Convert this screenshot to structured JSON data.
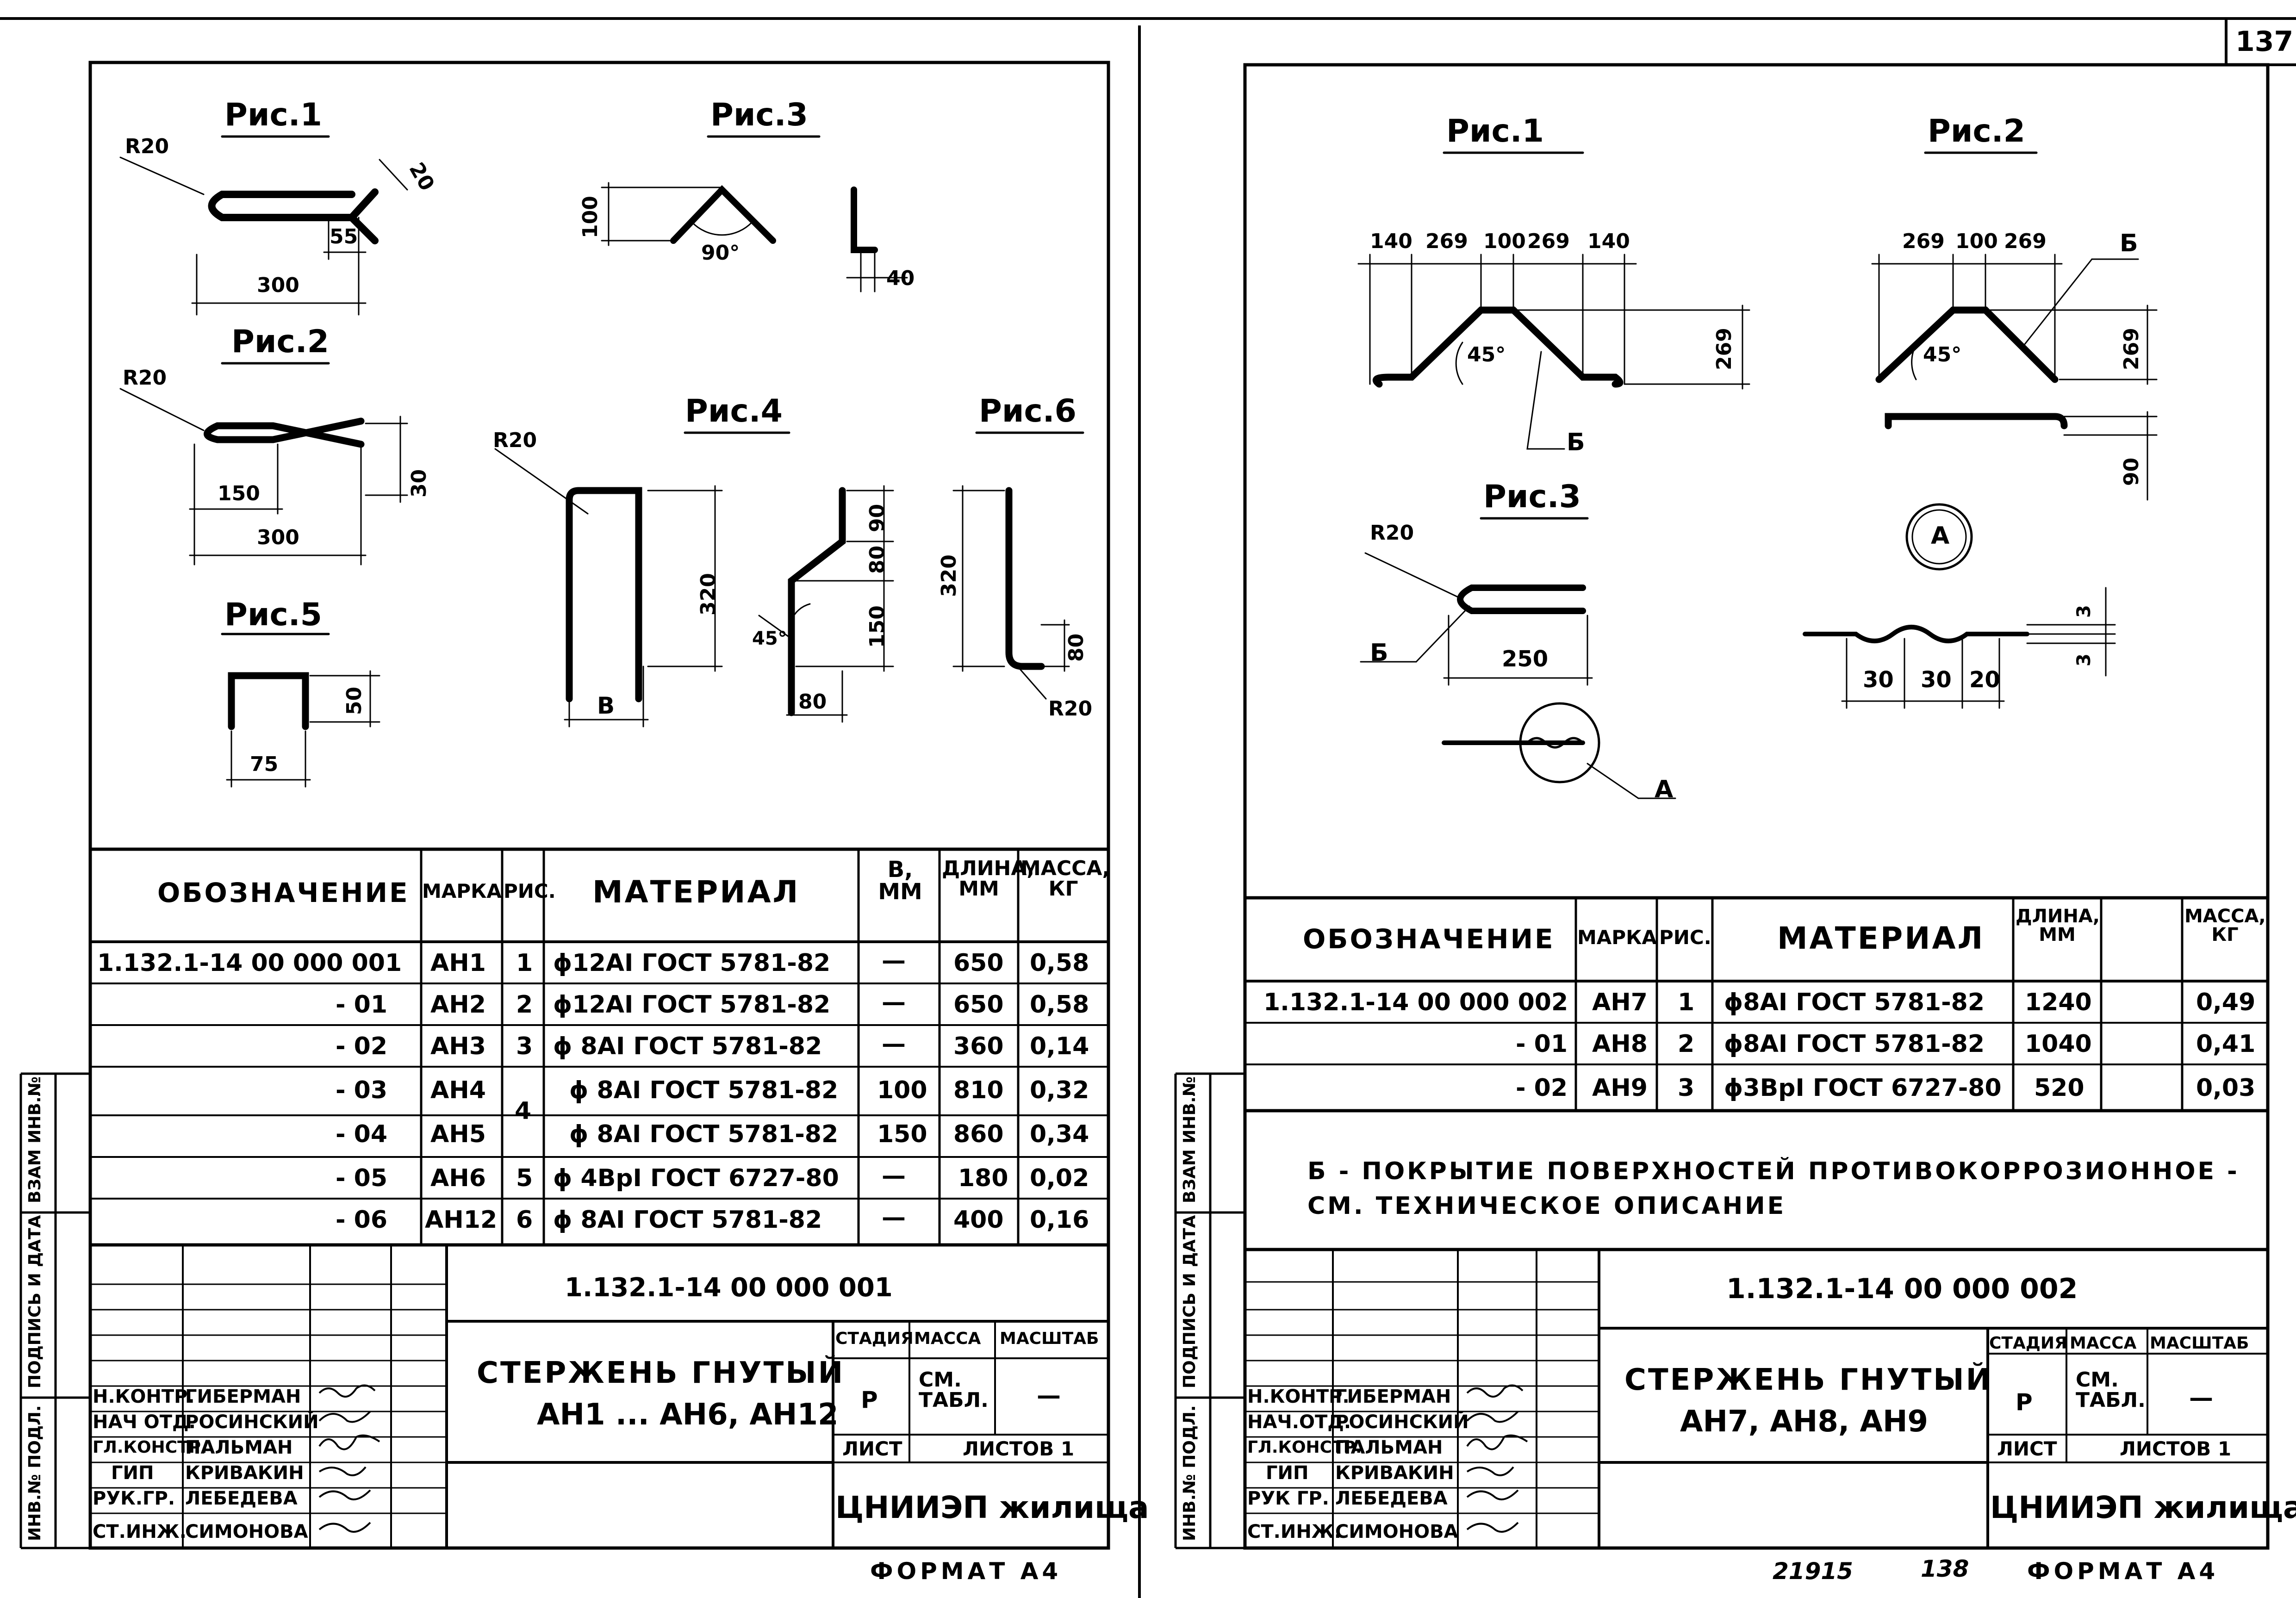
{
  "page_number": "137",
  "footer_left": "ФОРМАТ А4",
  "footer_right_inventory": "21915",
  "footer_right_page": "138",
  "footer_right_format": "ФОРМАТ А4",
  "side_stamp": {
    "inv_podl": "ИНВ.№ ПОДЛ.",
    "podpis_data": "ПОДПИСЬ И ДАТА",
    "vzam_inv": "ВЗАМ ИНВ.№"
  },
  "left": {
    "figs": {
      "fig1": {
        "title": "Рис.1",
        "r": "R20",
        "d1": "20",
        "d2": "55",
        "d3": "300"
      },
      "fig2": {
        "title": "Рис.2",
        "r": "R20",
        "d1": "150",
        "d2": "300",
        "d3": "30"
      },
      "fig3": {
        "title": "Рис.3",
        "d1": "100",
        "angle": "90°",
        "d2": "40"
      },
      "fig4": {
        "title": "Рис.4",
        "r": "R20",
        "d1": "320",
        "d2": "В",
        "d3": "90",
        "d4": "80",
        "d5": "150",
        "d6": "45°",
        "d7": "80"
      },
      "fig5": {
        "title": "Рис.5",
        "d1": "50",
        "d2": "75"
      },
      "fig6": {
        "title": "Рис.6",
        "d1": "320",
        "d2": "80",
        "r": "R20"
      }
    },
    "table": {
      "headers": {
        "designation": "ОБОЗНАЧЕНИЕ",
        "mark": "МАРКА",
        "fig": "РИС.",
        "material": "МАТЕРИАЛ",
        "b": "В, ММ",
        "length": "ДЛИНА, ММ",
        "mass": "МАССА, КГ"
      },
      "rows": [
        {
          "designation": "1.132.1-14 00 000 001",
          "mark": "АН1",
          "fig": "1",
          "material": "ϕ12AI ГОСТ 5781-82",
          "b": "—",
          "length": "650",
          "mass": "0,58"
        },
        {
          "designation": "- 01",
          "mark": "АН2",
          "fig": "2",
          "material": "ϕ12AI ГОСТ 5781-82",
          "b": "—",
          "length": "650",
          "mass": "0,58"
        },
        {
          "designation": "- 02",
          "mark": "АН3",
          "fig": "3",
          "material": "ϕ 8AI ГОСТ 5781-82",
          "b": "—",
          "length": "360",
          "mass": "0,14"
        },
        {
          "designation": "- 03",
          "mark": "АН4",
          "fig": "4",
          "material": "ϕ 8AI ГОСТ 5781-82",
          "b": "100",
          "length": "810",
          "mass": "0,32"
        },
        {
          "designation": "- 04",
          "mark": "АН5",
          "fig": "",
          "material": "ϕ 8AI ГОСТ 5781-82",
          "b": "150",
          "length": "860",
          "mass": "0,34"
        },
        {
          "designation": "- 05",
          "mark": "АН6",
          "fig": "5",
          "material": "ϕ 4BpI ГОСТ 6727-80",
          "b": "—",
          "length": "180",
          "mass": "0,02"
        },
        {
          "designation": "- 06",
          "mark": "АН12",
          "fig": "6",
          "material": "ϕ 8AI ГОСТ 5781-82",
          "b": "—",
          "length": "400",
          "mass": "0,16"
        }
      ]
    },
    "title_block": {
      "doc_number": "1.132.1-14 00 000 001",
      "name_line1": "СТЕРЖЕНЬ ГНУТЫЙ",
      "name_line2": "АН1 ... АН6, АН12",
      "stage_label": "СТАДИЯ",
      "mass_label": "МАССА",
      "scale_label": "МАСШТАБ",
      "stage": "Р",
      "mass": "СМ. ТАБЛ.",
      "scale": "—",
      "sheet_label": "ЛИСТ",
      "sheets_label": "ЛИСТОВ 1",
      "org": "ЦНИИЭП жилища",
      "people": [
        {
          "role": "Н.КОНТР.",
          "name": "ГИБЕРМАН"
        },
        {
          "role": "НАЧ ОТД.",
          "name": "РОСИНСКИЙ"
        },
        {
          "role": "ГЛ.КОНСТР.",
          "name": "ПАЛЬМАН"
        },
        {
          "role": "ГИП",
          "name": "КРИВАКИН"
        },
        {
          "role": "РУК.ГР.",
          "name": "ЛЕБЕДЕВА"
        },
        {
          "role": "СТ.ИНЖ.",
          "name": "СИМОНОВА"
        }
      ]
    }
  },
  "right": {
    "figs": {
      "fig1": {
        "title": "Рис.1",
        "d1": "140",
        "d2": "269",
        "d3": "100",
        "d4": "269",
        "d5": "140",
        "angle": "45°",
        "d6": "269",
        "label_b": "Б"
      },
      "fig2": {
        "title": "Рис.2",
        "d1": "269",
        "d2": "100",
        "d3": "269",
        "label_b": "Б",
        "angle": "45°",
        "d4": "269",
        "d5": "90"
      },
      "fig3": {
        "title": "Рис.3",
        "r": "R20",
        "label_b": "Б",
        "d1": "250",
        "label_a": "А"
      },
      "detail_a": {
        "label": "А",
        "d1": "3",
        "d2": "3",
        "d3": "30",
        "d4": "30",
        "d5": "20"
      }
    },
    "table": {
      "headers": {
        "designation": "ОБОЗНАЧЕНИЕ",
        "mark": "МАРКА",
        "fig": "РИС.",
        "material": "МАТЕРИАЛ",
        "length": "ДЛИНА, ММ",
        "mass": "МАССА, КГ"
      },
      "rows": [
        {
          "designation": "1.132.1-14 00 000 002",
          "mark": "АН7",
          "fig": "1",
          "material": "ϕ8AI ГОСТ 5781-82",
          "length": "1240",
          "mass": "0,49"
        },
        {
          "designation": "- 01",
          "mark": "АН8",
          "fig": "2",
          "material": "ϕ8AI ГОСТ 5781-82",
          "length": "1040",
          "mass": "0,41"
        },
        {
          "designation": "- 02",
          "mark": "АН9",
          "fig": "3",
          "material": "ϕ3BpI ГОСТ 6727-80",
          "length": "520",
          "mass": "0,03"
        }
      ]
    },
    "note_line1": "Б - ПОКРЫТИЕ ПОВЕРХНОСТЕЙ ПРОТИВОКОРРОЗИОННОЕ -",
    "note_line2": "СМ. ТЕХНИЧЕСКОЕ ОПИСАНИЕ",
    "title_block": {
      "doc_number": "1.132.1-14 00 000 002",
      "name_line1": "СТЕРЖЕНЬ ГНУТЫЙ",
      "name_line2": "АН7, АН8, АН9",
      "stage_label": "СТАДИЯ",
      "mass_label": "МАССА",
      "scale_label": "МАСШТАБ",
      "stage": "Р",
      "mass": "СМ. ТАБЛ.",
      "scale": "—",
      "sheet_label": "ЛИСТ",
      "sheets_label": "ЛИСТОВ 1",
      "org": "ЦНИИЭП жилища",
      "people": [
        {
          "role": "Н.КОНТР.",
          "name": "ГИБЕРМАН"
        },
        {
          "role": "НАЧ.ОТД.",
          "name": "РОСИНСКИЙ"
        },
        {
          "role": "ГЛ.КОНСТР.",
          "name": "ПАЛЬМАН"
        },
        {
          "role": "ГИП",
          "name": "КРИВАКИН"
        },
        {
          "role": "РУК ГР.",
          "name": "ЛЕБЕДЕВА"
        },
        {
          "role": "СТ.ИНЖ.",
          "name": "СИМОНОВА"
        }
      ]
    }
  }
}
